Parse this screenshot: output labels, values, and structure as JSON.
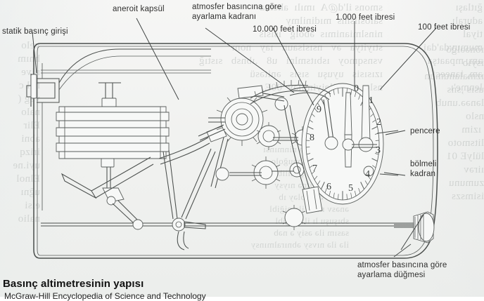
{
  "figure": {
    "caption": "Basınç altimetresinin yapısı",
    "source": "McGraw-Hill Encyclopedia of Science and Technology",
    "labels": {
      "static_inlet": "statik basınç girişi",
      "aneroid": "aneroit kapsül",
      "adjust_dial_l1": "atmosfer basıncına göre",
      "adjust_dial_l2": "ayarlama kadranı",
      "needle_10000": "10.000 feet ibresi",
      "needle_1000": "1.000 feet ibresi",
      "needle_100": "100 feet ibresi",
      "window": "pencere",
      "dial_l1": "bölmeli",
      "dial_l2": "kadran",
      "knob_l1": "atmosfer basıncına göre",
      "knob_l2": "ayarlama düğmesi"
    },
    "dial": {
      "numerals": [
        "0",
        "1",
        "2",
        "3",
        "4",
        "5",
        "6",
        "7",
        "8",
        "9"
      ],
      "tick_count": 50
    },
    "colors": {
      "ink": "#4a4e4c",
      "label_text": "#30302f",
      "paper": "#f2f3f1",
      "ghost": "#b9bdbb"
    }
  },
  "bleed_text": {
    "top_right": "başlığ  baz",
    "left_col": [
      "ve lo",
      "hmm",
      "nive",
      "nel c",
      "veg (",
      "nalo",
      "Elir",
      "abni",
      "irizq",
      "uyi.ne",
      "Elnol",
      "uğnı",
      "eısi",
      "nalio"
    ],
    "center_col": [
      "1 ABD'li sistem",
      "yerleştirilmiş",
      "ve ka",
      "için kuralların ve ayarla",
      "durdu. Bu fark,ınnsıt",
      "arala uçuşu arasındaki",
      "üzerine 300 metrelik",
      "olan",
      "adı ve kalkış",
      "ıt olanları",
      "ak düzenli",
      "ayın etkisini arttı",
      "yap çalışma yapıldı",
      "uçuşlarda",
      "ile uçuşun",
      "Hız Sınırı Uygulaması",
      "ana zamanda",
      "Ankara'da ilk fırtınası"
    ],
    "right_col": [
      "öğrenci",
      "diyeti",
      "muamelesi",
      "ana, arzu",
      "duru.Genel",
      "olan",
      "riz ",
      "otomatik",
      "10 Eylül",
      "verir",
      "numuz",
      "azamisi"
    ]
  }
}
